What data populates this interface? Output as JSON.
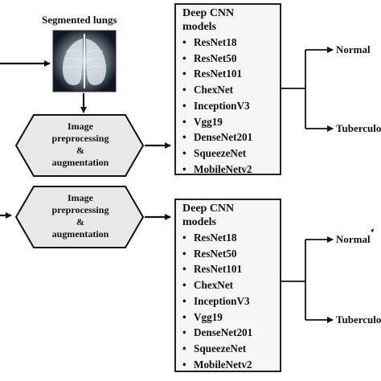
{
  "top": {
    "segmented_label": "Segmented lungs",
    "preprocess_lines": [
      "Image",
      "preprocessing",
      "&",
      "augmentation"
    ],
    "cnn": {
      "title_lines": [
        "Deep CNN",
        "models"
      ],
      "models": [
        "ResNet18",
        "ResNet50",
        "ResNet101",
        "ChexNet",
        "InceptionV3",
        "Vgg19",
        "DenseNet201",
        "SqueezeNet",
        "MobileNetv2"
      ]
    },
    "outputs": [
      "Normal",
      "Tuberculo"
    ]
  },
  "bottom": {
    "preprocess_lines": [
      "Image",
      "preprocessing",
      "&",
      "augmentation"
    ],
    "cnn": {
      "title_lines": [
        "Deep CNN",
        "models"
      ],
      "models": [
        "ResNet18",
        "ResNet50",
        "ResNet101",
        "ChexNet",
        "InceptionV3",
        "Vgg19",
        "DenseNet201",
        "SqueezeNet",
        "MobileNetv2"
      ]
    },
    "outputs": [
      "Normal",
      "Tuberculo"
    ]
  },
  "bullet_glyph": "•",
  "colors": {
    "line": "#111111",
    "hexagon_fill": "#e8e8e8",
    "box_fill": "#f6f6f6"
  },
  "icons": {
    "lung_image": "xray-lungs-icon"
  }
}
